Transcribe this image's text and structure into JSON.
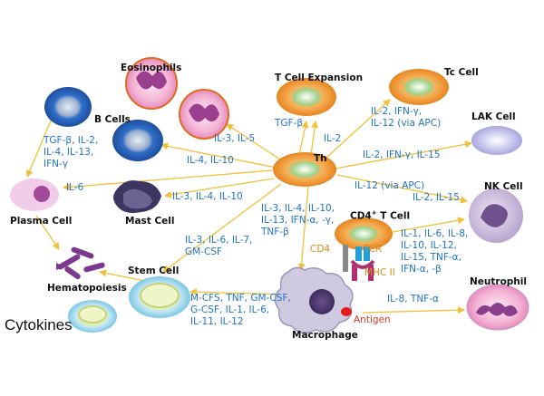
{
  "caption": "Cytokines",
  "cells": {
    "eosinophils": "Eosinophils",
    "t_cell_expansion": "T Cell Expansion",
    "tc_cell": "Tc Cell",
    "b_cells": "B Cells",
    "lak_cell": "LAK Cell",
    "th": "Th",
    "nk_cell": "NK Cell",
    "plasma_cell": "Plasma Cell",
    "mast_cell": "Mast Cell",
    "cd4_t_cell": "CD4",
    "cd4_t_cell_sup": "+",
    "cd4_t_cell_suffix": " T Cell",
    "hematopoiesis": "Hematopoiesis",
    "stem_cell": "Stem Cell",
    "neutrophil": "Neutrophil",
    "macrophage": "Macrophage"
  },
  "labels": {
    "tgf_b": "TGF-β",
    "il2_top": "IL-2",
    "tc_cytokines": [
      "IL-2, IFN-γ,",
      "IL-12 (via APC)"
    ],
    "il3_il5": "IL-3, IL-5",
    "b_cytokines": [
      "TGF-β, IL-2,",
      "IL-4, IL-13,",
      "IFN-γ"
    ],
    "il4_il10": "IL-4, IL-10",
    "lak_cytokines": "IL-2, IFN-γ, IL-15",
    "il6": "IL-6",
    "mast_cytokines": "IL-3, IL-4, IL-10",
    "il12_apc": "IL-12 (via APC)",
    "il2_il15": "IL-2, IL-15",
    "macro_cytokines": [
      "IL-3, IL-4, IL-10,",
      "IL-13, IFN-α, -γ,",
      "TNF-β"
    ],
    "stem_cytokines": [
      "IL-3, IL-6, IL-7,",
      "GM-CSF"
    ],
    "cd4": "CD4",
    "tcr": "TCR",
    "mhc": "MHC II",
    "antigen": "Antigen",
    "cd4_cytokines": [
      "IL-1, IL-6, IL-8,",
      "IL-10, IL-12,",
      "IL-15, TNF-α,",
      "IFN-α, -β"
    ],
    "neutro_cytokines": "IL-8, TNF-α",
    "macro_to_stem": [
      "M-CFS, TNF, GM-CSF,",
      "G-CSF, IL-1, IL-6,",
      "IL-11, IL-12"
    ]
  }
}
